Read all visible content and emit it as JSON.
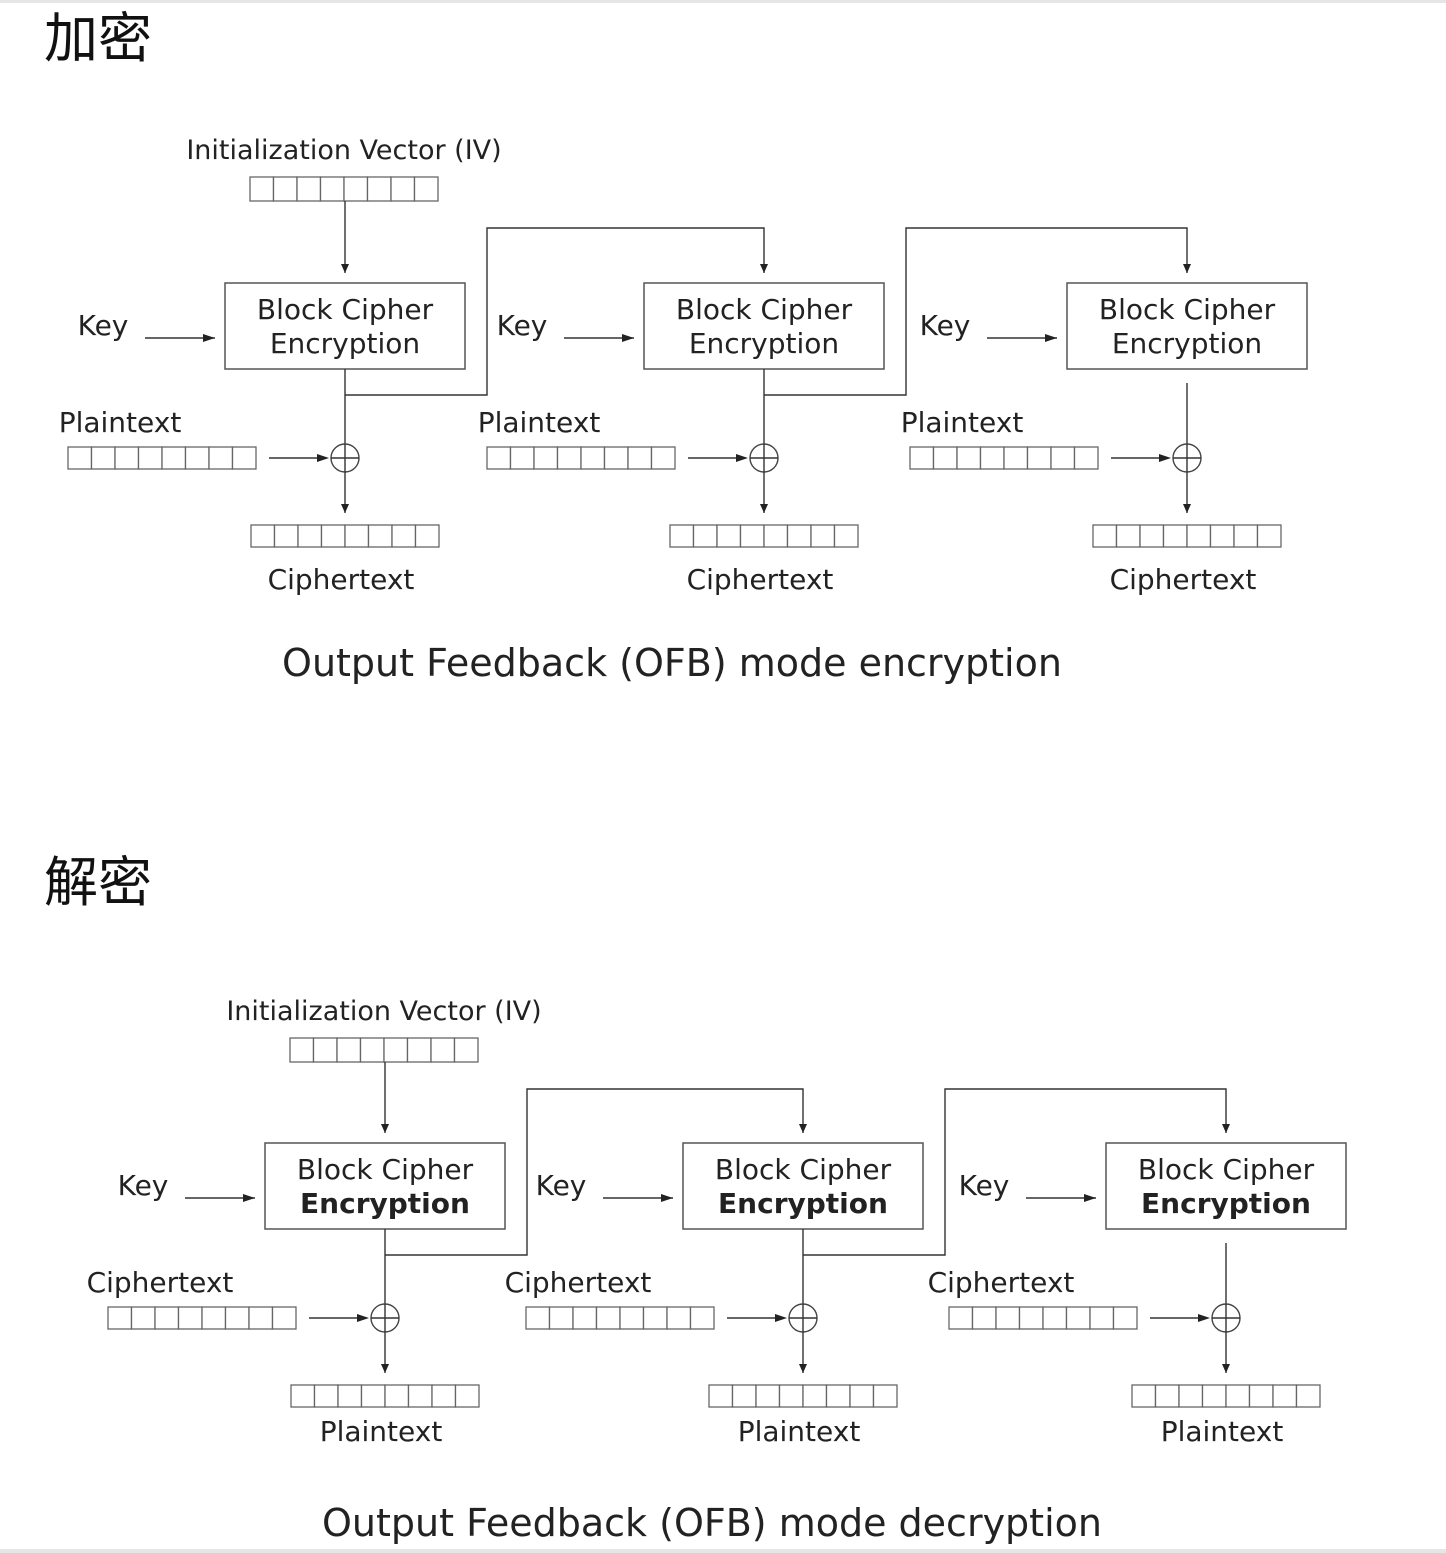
{
  "sections": [
    {
      "heading": "加密",
      "iv_label": "Initialization Vector (IV)",
      "caption": "Output Feedback (OFB) mode encryption",
      "stages": [
        {
          "key": "Key",
          "box_line1": "Block Cipher",
          "box_line2": "Encryption",
          "input": "Plaintext",
          "output": "Ciphertext"
        },
        {
          "key": "Key",
          "box_line1": "Block Cipher",
          "box_line2": "Encryption",
          "input": "Plaintext",
          "output": "Ciphertext"
        },
        {
          "key": "Key",
          "box_line1": "Block Cipher",
          "box_line2": "Encryption",
          "input": "Plaintext",
          "output": "Ciphertext"
        }
      ]
    },
    {
      "heading": "解密",
      "iv_label": "Initialization Vector (IV)",
      "caption": "Output Feedback (OFB) mode decryption",
      "stages": [
        {
          "key": "Key",
          "box_line1": "Block Cipher",
          "box_line2": "Encryption",
          "input": "Ciphertext",
          "output": "Plaintext"
        },
        {
          "key": "Key",
          "box_line1": "Block Cipher",
          "box_line2": "Encryption",
          "input": "Ciphertext",
          "output": "Plaintext"
        },
        {
          "key": "Key",
          "box_line1": "Block Cipher",
          "box_line2": "Encryption",
          "input": "Ciphertext",
          "output": "Plaintext"
        }
      ]
    }
  ]
}
